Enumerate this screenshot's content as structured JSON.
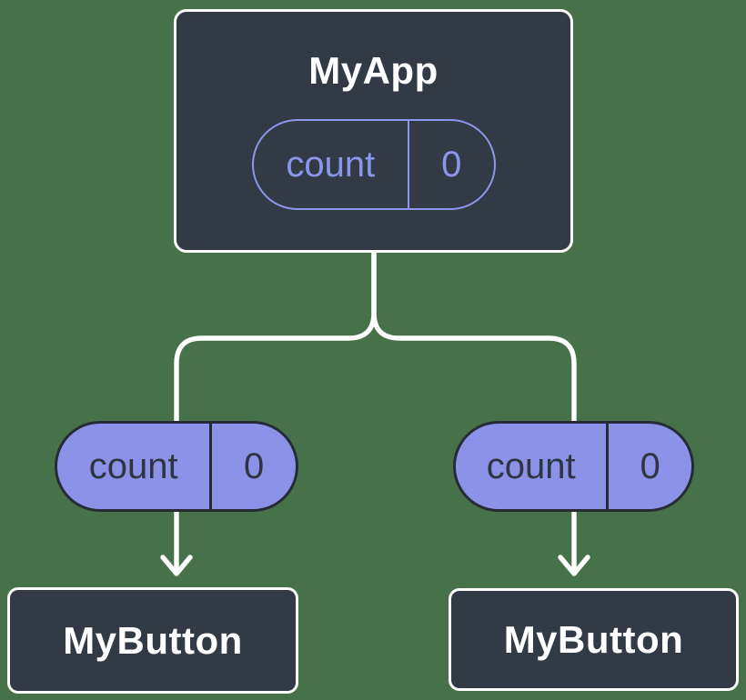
{
  "colors": {
    "background": "#477149",
    "node_fill": "#323A46",
    "node_border": "#FFFFFF",
    "node_text": "#FFFFFF",
    "prop_pill_fill": "#8A93E8",
    "prop_pill_border": "#262C36",
    "prop_pill_text": "#2F3540",
    "state_pill_outline": "#8A96EC",
    "state_pill_text": "#8A96EC",
    "connector": "#FFFFFF"
  },
  "diagram": {
    "root": {
      "label": "MyApp",
      "pill": {
        "name": "count",
        "value": "0"
      }
    },
    "branches": [
      {
        "pill": {
          "name": "count",
          "value": "0"
        },
        "child": {
          "label": "MyButton"
        }
      },
      {
        "pill": {
          "name": "count",
          "value": "0"
        },
        "child": {
          "label": "MyButton"
        }
      }
    ]
  }
}
